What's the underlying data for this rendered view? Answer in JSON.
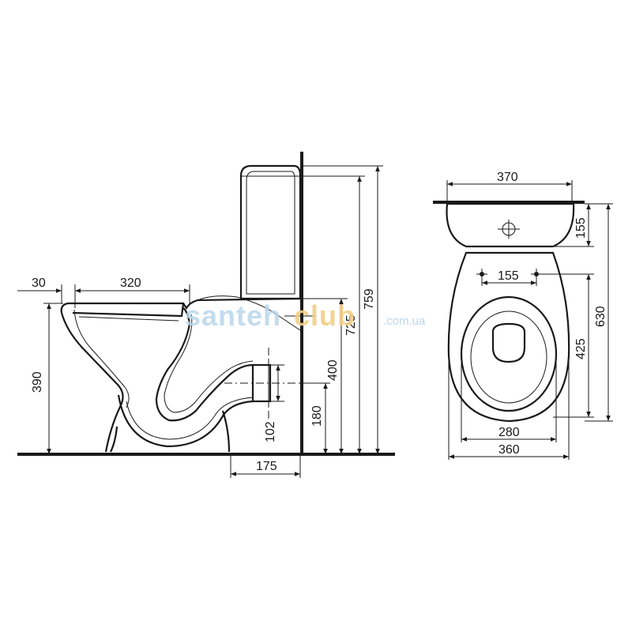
{
  "colors": {
    "ink": "#1a1a1a",
    "watermark_primary": "#b9d7ec",
    "watermark_accent": "#f3cf86"
  },
  "watermark": {
    "part1": "santeh",
    "part2": "club",
    "suffix": ".com.ua"
  },
  "side_view": {
    "dims": {
      "rim_offset": "30",
      "bowl_length": "320",
      "bowl_height": "390",
      "outlet_center": "102",
      "outlet_offset": "175",
      "inlet_height": "180",
      "tank_base": "400",
      "cistern_height": "725",
      "overall_height": "759"
    }
  },
  "top_view": {
    "dims": {
      "tank_width": "370",
      "tank_depth": "155",
      "hinge_spacing": "155",
      "seat_depth": "425",
      "overall_depth": "630",
      "bowl_inner_width": "280",
      "bowl_outer_width": "360"
    }
  }
}
